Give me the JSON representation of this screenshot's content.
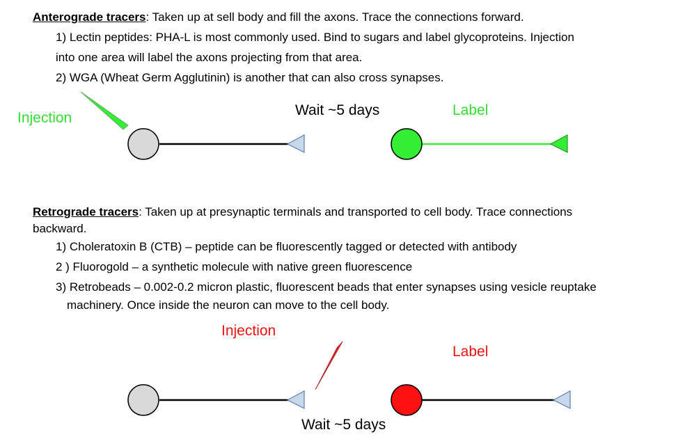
{
  "anterograde": {
    "heading_label": "Anterograde tracers",
    "heading_text": ": Taken up at sell body and fill the axons. Trace the connections forward.",
    "item1_line1": "1) Lectin peptides: PHA-L is most commonly used.  Bind to sugars and label glycoproteins.  Injection",
    "item1_line2": "into one area will label the axons projecting from that area.",
    "item2": "2) WGA (Wheat Germ Agglutinin) is another that can also cross synapses.",
    "injection_label": "Injection",
    "wait_label": "Wait ~5 days",
    "label_label": "Label",
    "tracer_color": "#33ee33"
  },
  "retrograde": {
    "heading_label": "Retrograde tracers",
    "heading_text": ":  Taken up at presynaptic terminals and transported to cell body. Trace connections",
    "heading_line2": "backward.",
    "item1": "1) Choleratoxin B (CTB) – peptide can be fluorescently tagged or detected with antibody",
    "item2": "2 ) Fluorogold – a synthetic molecule with native green fluorescence",
    "item3_line1": "3) Retrobeads – 0.002-0.2 micron plastic, fluorescent beads that enter synapses using vesicle reuptake",
    "item3_line2": "machinery.  Once inside the neuron can move to the cell body.",
    "injection_label": "Injection",
    "label_label": "Label",
    "wait_label": "Wait ~5 days",
    "tracer_color": "#ff1111"
  },
  "colors": {
    "unlabeled_cell": "#d9d9d9",
    "terminal": "#c9d7ea",
    "terminal_stroke": "#5b7fb0",
    "green_text": "#33dd33",
    "red_text": "#ee1111"
  }
}
